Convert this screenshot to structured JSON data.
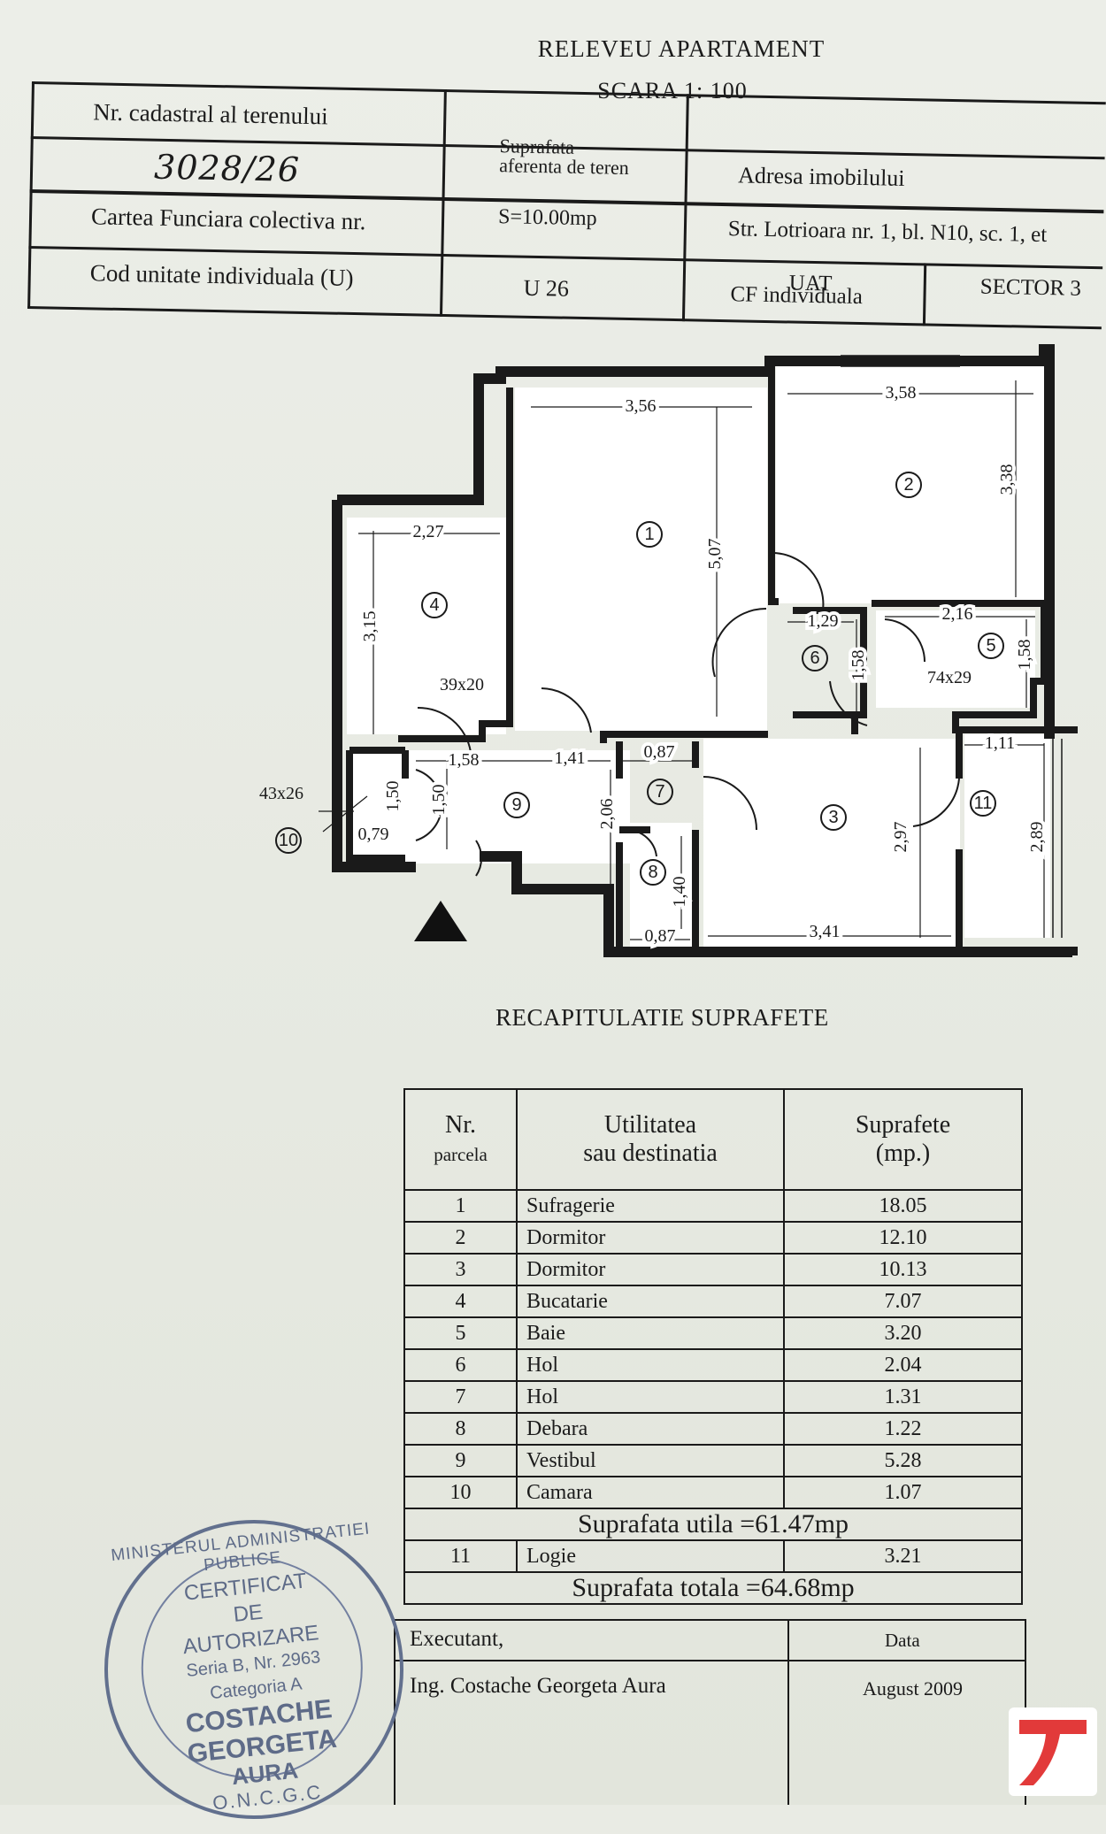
{
  "header": {
    "title": "RELEVEU APARTAMENT",
    "scale": "SCARA 1: 100",
    "cadastral_label": "Nr. cadastral al terenului",
    "cadastral_value": "3028/26",
    "surface_label_1": "Suprafata",
    "surface_label_2": "aferenta de teren",
    "surface_value": "S=10.00mp",
    "address_label": "Adresa imobilului",
    "address_value": "Str. Lotrioara nr. 1, bl. N10, sc. 1, et",
    "cf_colectiva_label": "Cartea Funciara colectiva nr.",
    "uat_label": "UAT",
    "uat_value": "SECTOR 3",
    "unit_label": "Cod unitate individuala (U)",
    "unit_value": "U 26",
    "cf_individual_label": "CF individuala"
  },
  "plan": {
    "dims": {
      "d356": "3,56",
      "d358": "3,58",
      "d338": "3,38",
      "d507": "5,07",
      "d227": "2,27",
      "d315": "3,15",
      "d129": "1,29",
      "d158a": "1,58",
      "d216": "2,16",
      "d158b": "1,58",
      "d39x20": "39x20",
      "d74x29": "74x29",
      "d158c": "1,58",
      "d141": "1,41",
      "d087a": "0,87",
      "d111": "1,11",
      "d43x26": "43x26",
      "d150a": "1,50",
      "d150b": "1,50",
      "d079": "0,79",
      "d206": "2,06",
      "d297": "2,97",
      "d289": "2,89",
      "d140": "1,40",
      "d087b": "0,87",
      "d341": "3,41"
    },
    "rooms": {
      "r1": "1",
      "r2": "2",
      "r3": "3",
      "r4": "4",
      "r5": "5",
      "r6": "6",
      "r7": "7",
      "r8": "8",
      "r9": "9",
      "r10": "10",
      "r11": "11"
    }
  },
  "recap": {
    "title": "RECAPITULATIE SUPRAFETE",
    "col_nr_1": "Nr.",
    "col_nr_2": "parcela",
    "col_use_1": "Utilitatea",
    "col_use_2": "sau destinatia",
    "col_area_1": "Suprafete",
    "col_area_2": "(mp.)",
    "rows": [
      {
        "nr": "1",
        "name": "Sufragerie",
        "area": "18.05"
      },
      {
        "nr": "2",
        "name": "Dormitor",
        "area": "12.10"
      },
      {
        "nr": "3",
        "name": "Dormitor",
        "area": "10.13"
      },
      {
        "nr": "4",
        "name": "Bucatarie",
        "area": "7.07"
      },
      {
        "nr": "5",
        "name": "Baie",
        "area": "3.20"
      },
      {
        "nr": "6",
        "name": "Hol",
        "area": "2.04"
      },
      {
        "nr": "7",
        "name": "Hol",
        "area": "1.31"
      },
      {
        "nr": "8",
        "name": "Debara",
        "area": "1.22"
      },
      {
        "nr": "9",
        "name": "Vestibul",
        "area": "5.28"
      },
      {
        "nr": "10",
        "name": "Camara",
        "area": "1.07"
      }
    ],
    "useful_total": "Suprafata utila =61.47mp",
    "extra_row": {
      "nr": "11",
      "name": "Logie",
      "area": "3.21"
    },
    "grand_total": "Suprafata totala =64.68mp"
  },
  "sign": {
    "executant_label": "Executant,",
    "executant_name": "Ing. Costache Georgeta Aura",
    "date_label": "Data",
    "date_value": "August 2009"
  },
  "stamp": {
    "ring": "MINISTERUL ADMINISTRATIEI PUBLICE",
    "l1": "CERTIFICAT",
    "l2": "DE",
    "l3": "AUTORIZARE",
    "l4": "Seria B, Nr. 2963",
    "l5": "Categoria A",
    "l6": "COSTACHE",
    "l7": "GEORGETA",
    "l8": "AURA",
    "bottom": "O.N.C.G.C"
  },
  "colors": {
    "ink": "#1a1a1a",
    "paper": "#e9ebe4",
    "stamp": "#5e6b88",
    "logo": "#e23a3a"
  }
}
